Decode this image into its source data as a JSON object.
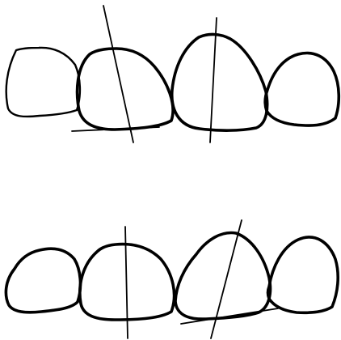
{
  "diagram": {
    "panels": [
      {
        "id": "top",
        "tooth_count": 4,
        "axis_count": 2
      },
      {
        "id": "bottom",
        "tooth_count": 4,
        "axis_count": 2
      }
    ]
  },
  "colors": {
    "background": "#ffffff",
    "ink": "#000000"
  }
}
